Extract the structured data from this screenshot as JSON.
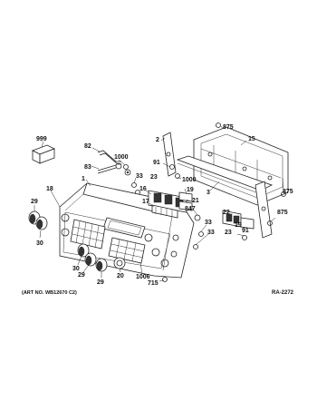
{
  "labels": {
    "n999": "999",
    "n82": "82",
    "n1000a": "1000",
    "n83": "83",
    "n33a": "33",
    "n1": "1",
    "n18": "18",
    "n29a": "29",
    "n30a": "30",
    "n16": "16",
    "n23a": "23",
    "n17": "17",
    "n2": "2",
    "n91a": "91",
    "n1000b": "1000",
    "n19a": "19",
    "n21": "21",
    "n875a": "875",
    "n15": "15",
    "n3": "3",
    "n875b": "875",
    "n875c": "875",
    "n847": "847",
    "n33b": "33",
    "n33c": "33",
    "n22": "22",
    "n19b": "19",
    "n23b": "23",
    "n91b": "91",
    "n30b": "30",
    "n29b": "29",
    "n29c": "29",
    "n20": "20",
    "n1006": "1006",
    "n715": "715"
  },
  "footer": {
    "art_no": "(ART NO. WB12670 C2)",
    "ref": "RA-2272"
  }
}
